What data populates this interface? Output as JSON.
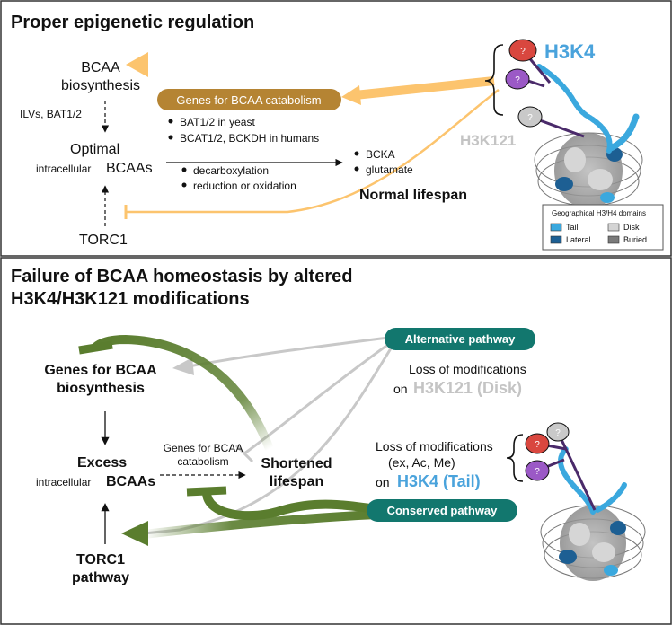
{
  "top_panel": {
    "title": "Proper epigenetic regulation",
    "bcaa_biosynthesis": [
      "BCAA",
      "biosynthesis"
    ],
    "ilvs_label": "ILVs, BAT1/2",
    "optimal_label": "Optimal",
    "intracellular_word": "intracellular",
    "bcaas_word": "BCAAs",
    "torc1_label": "TORC1",
    "catabolism_pill": "Genes for BCAA catabolism",
    "catabolism_bullets": [
      "BAT1/2 in yeast",
      "BCAT1/2, BCKDH in humans"
    ],
    "process_bullets": [
      "decarboxylation",
      "reduction or oxidation"
    ],
    "product_bullets": [
      "BCKA",
      "glutamate"
    ],
    "normal_lifespan": "Normal lifespan",
    "h3k4_label": "H3K4",
    "h3k121_label": "H3K121",
    "unknown_mark": "?",
    "legend": {
      "title": "Geographical H3/H4 domains",
      "items": [
        {
          "label": "Tail",
          "color": "#3aa8de"
        },
        {
          "label": "Disk",
          "color": "#d4d4d4"
        },
        {
          "label": "Lateral",
          "color": "#1d5f93"
        },
        {
          "label": "Buried",
          "color": "#7a7a7a"
        }
      ]
    }
  },
  "bottom_panel": {
    "title_lines": [
      "Failure of BCAA homeostasis by altered",
      "H3K4/H3K121 modifications"
    ],
    "genes_biosynthesis": [
      "Genes for BCAA",
      "biosynthesis"
    ],
    "excess_label": "Excess",
    "intracellular_word": "intracellular",
    "bcaas_word": "BCAAs",
    "catabolism_label": [
      "Genes for BCAA",
      "catabolism"
    ],
    "shortened_lifespan": [
      "Shortened",
      "lifespan"
    ],
    "torc1_pathway": [
      "TORC1",
      "pathway"
    ],
    "alternative_pill": "Alternative pathway",
    "conserved_pill": "Conserved pathway",
    "loss_h3k121_lines": [
      "Loss of modifications"
    ],
    "on_word": "on",
    "h3k121_disk": "H3K121 (Disk)",
    "loss_h3k4_lines": [
      "Loss of modifications",
      "(ex, Ac, Me)"
    ],
    "h3k4_tail": "H3K4 (Tail)",
    "unknown_mark": "?"
  },
  "colors": {
    "orange_arrow": "#fcc46e",
    "catabolism_pill": "#b58433",
    "teal_pill": "#12776e",
    "green_arrow": "#5a7d2e",
    "grey_arrow": "#c8c8c8",
    "h3k4_blue": "#4aa3dc",
    "h3k121_grey": "#c4c4c4",
    "red_mark": "#d9473f",
    "purple_mark": "#9b59c6"
  }
}
